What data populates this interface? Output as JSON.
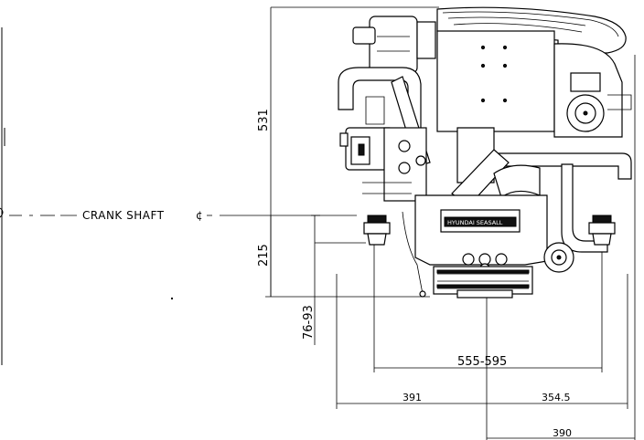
{
  "labels": {
    "crank_shaft": "CRANK SHAFT",
    "centerline_symbol": "¢",
    "dim_height_total": "531",
    "dim_height_lower": "215",
    "dim_mount_range": "76-93",
    "dim_mount_width": "555-595",
    "dim_left_offset": "391",
    "dim_right_offset": "354.5",
    "dim_right_width": "390",
    "engine_plate": "HYUNDAI SEASALL"
  }
}
